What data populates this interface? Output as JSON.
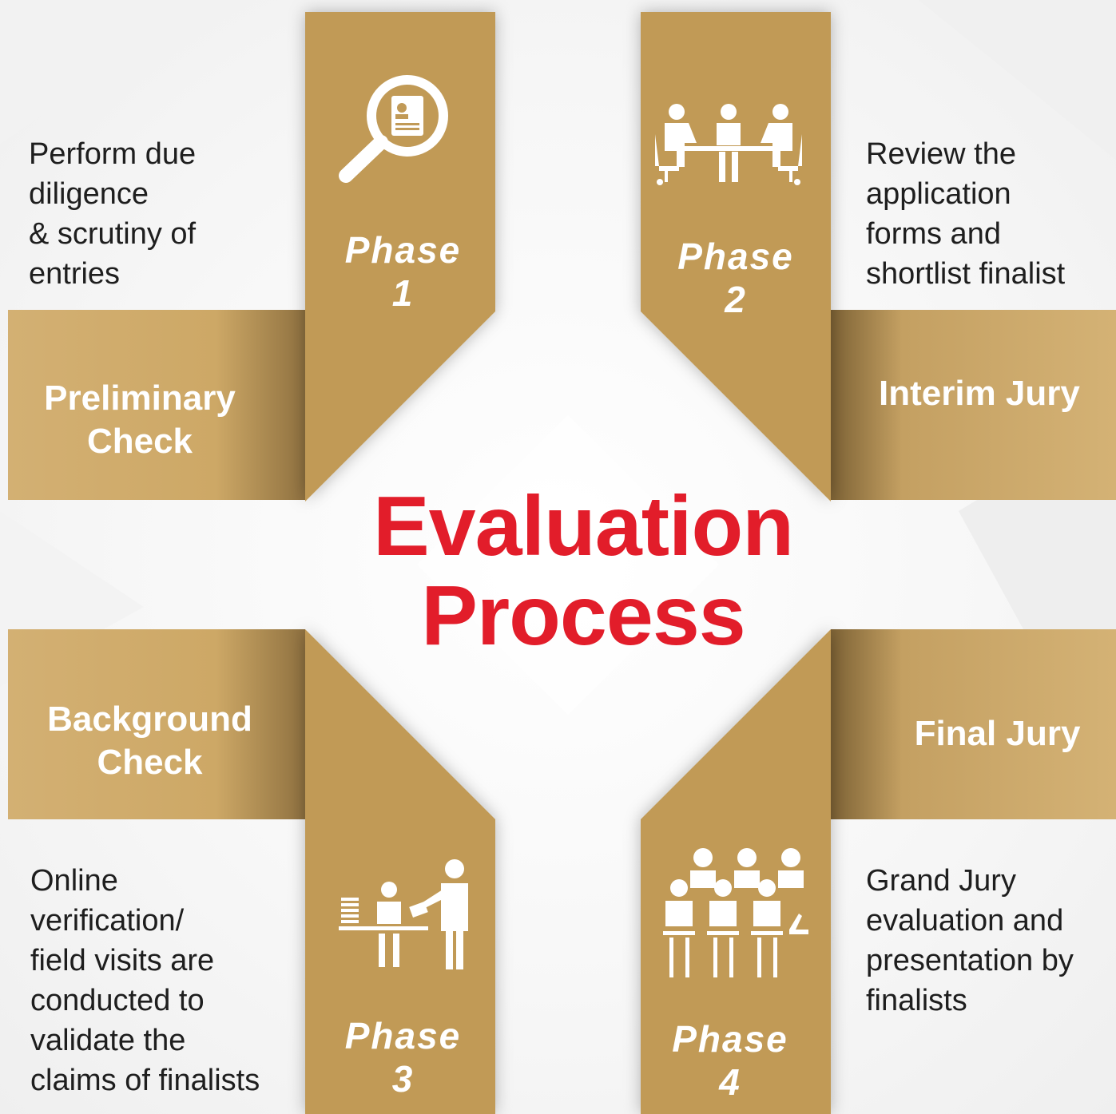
{
  "title": "Evaluation\nProcess",
  "colors": {
    "gold": "#c19a57",
    "band": "#d1ad6c",
    "accent_red": "#e21d2a"
  },
  "phases": [
    {
      "phase_label": "Phase\n1",
      "stage": "Preliminary\nCheck",
      "description": "Perform due\ndiligence\n& scrutiny of\nentries",
      "icon": "magnifier-document-icon"
    },
    {
      "phase_label": "Phase\n2",
      "stage": "Interim Jury",
      "description": "Review the\napplication\nforms and\nshortlist finalist",
      "icon": "meeting-table-icon"
    },
    {
      "phase_label": "Phase\n3",
      "stage": "Background\nCheck",
      "description": "Online\nverification/\nfield visits are\nconducted to\nvalidate the\nclaims of finalists",
      "icon": "verification-desk-icon"
    },
    {
      "phase_label": "Phase\n4",
      "stage": "Final Jury",
      "description": "Grand Jury\nevaluation and\npresentation by\nfinalists",
      "icon": "jury-panel-icon"
    }
  ]
}
